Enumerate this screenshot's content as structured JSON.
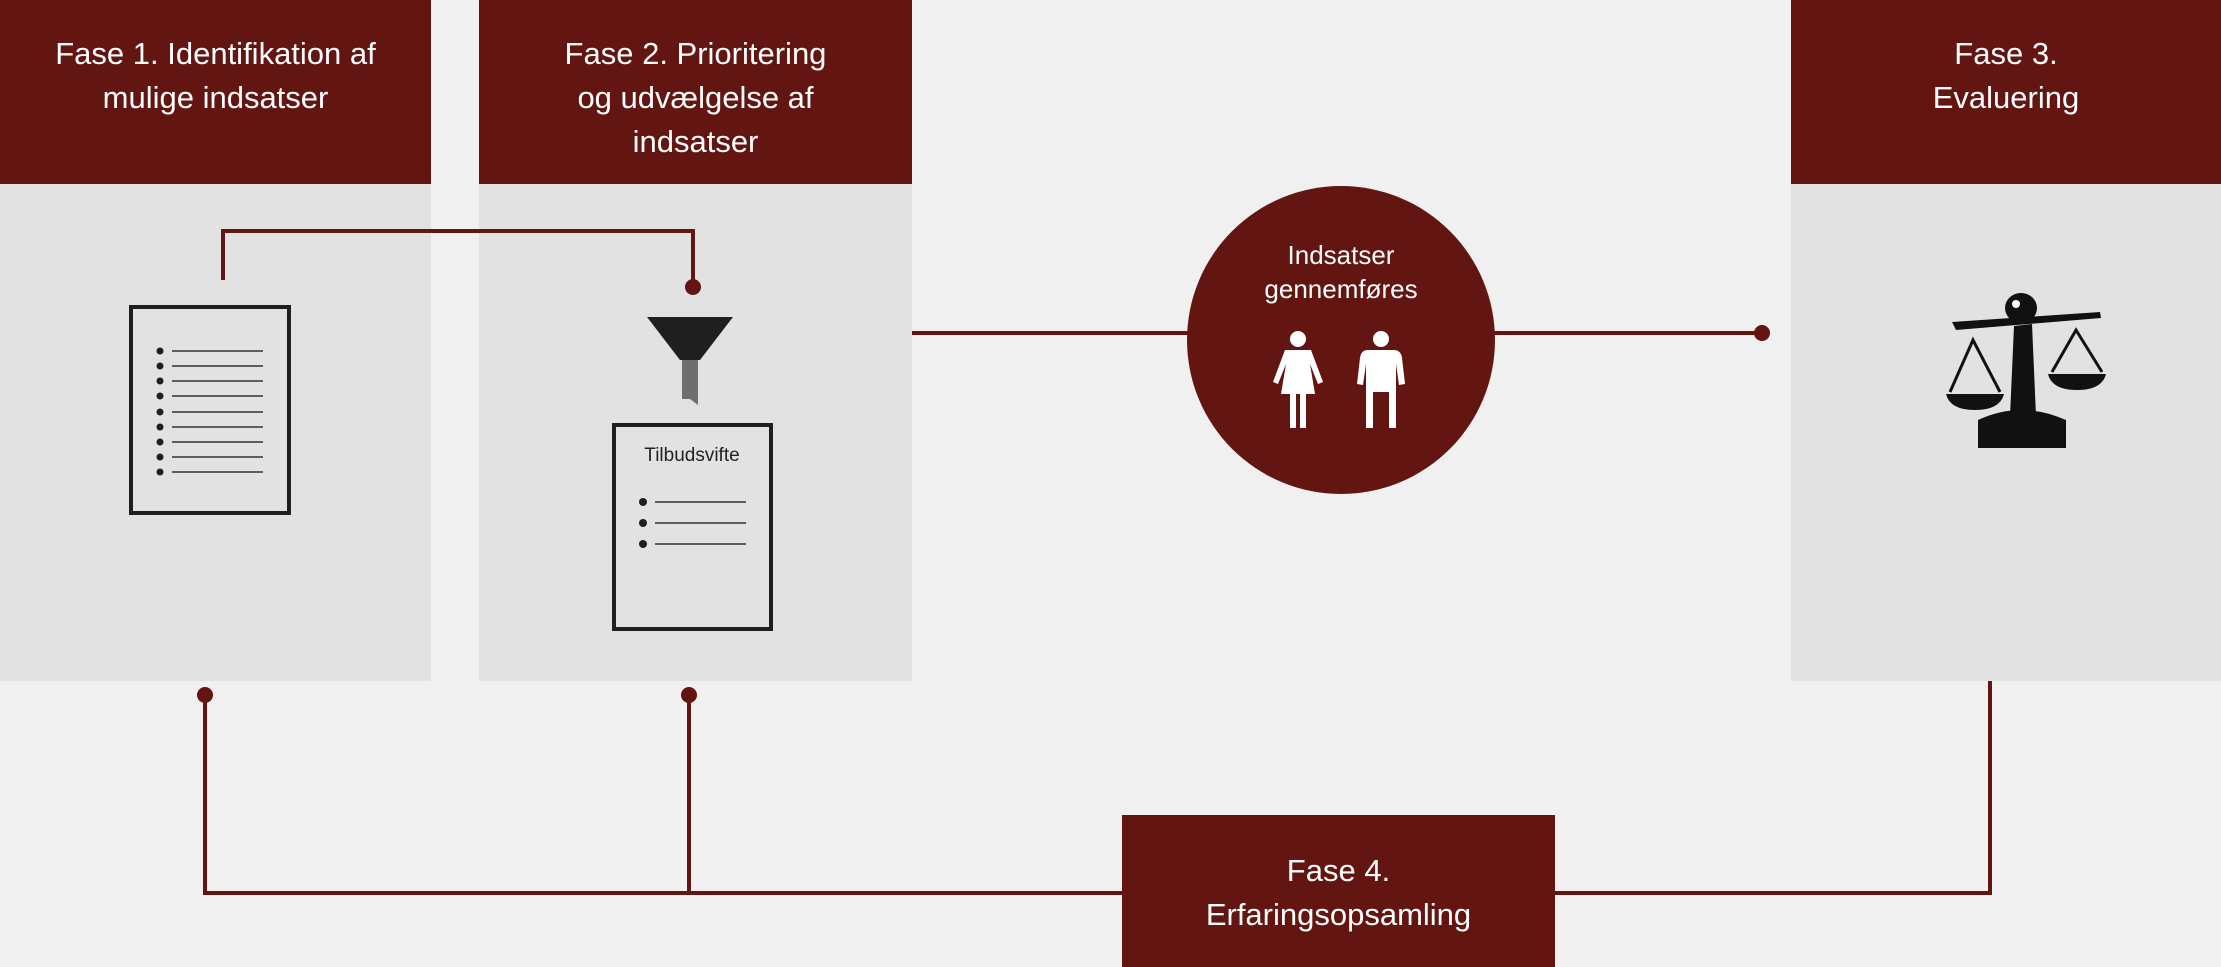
{
  "colors": {
    "accent": "#621511",
    "panel": "#e2e2e2",
    "background": "#f0f0f0",
    "icon": "#1a1a1a"
  },
  "phases": {
    "fase1": {
      "line1": "Fase 1. Identifikation af",
      "line2": "mulige indsatser"
    },
    "fase2": {
      "line1": "Fase 2. Prioritering",
      "line2": "og udvælgelse af",
      "line3": "indsatser"
    },
    "fase3": {
      "line1": "Fase 3.",
      "line2": "Evaluering"
    },
    "fase4": {
      "line1": "Fase 4.",
      "line2": "Erfaringsopsamling"
    }
  },
  "center": {
    "line1": "Indsatser",
    "line2": "gennemføres",
    "icon": "people-icon"
  },
  "document_card": {
    "title": "Tilbudsvifte"
  },
  "icons": [
    "list-document-icon",
    "funnel-icon",
    "offer-list-document-icon",
    "woman-icon",
    "man-icon",
    "scales-icon"
  ]
}
